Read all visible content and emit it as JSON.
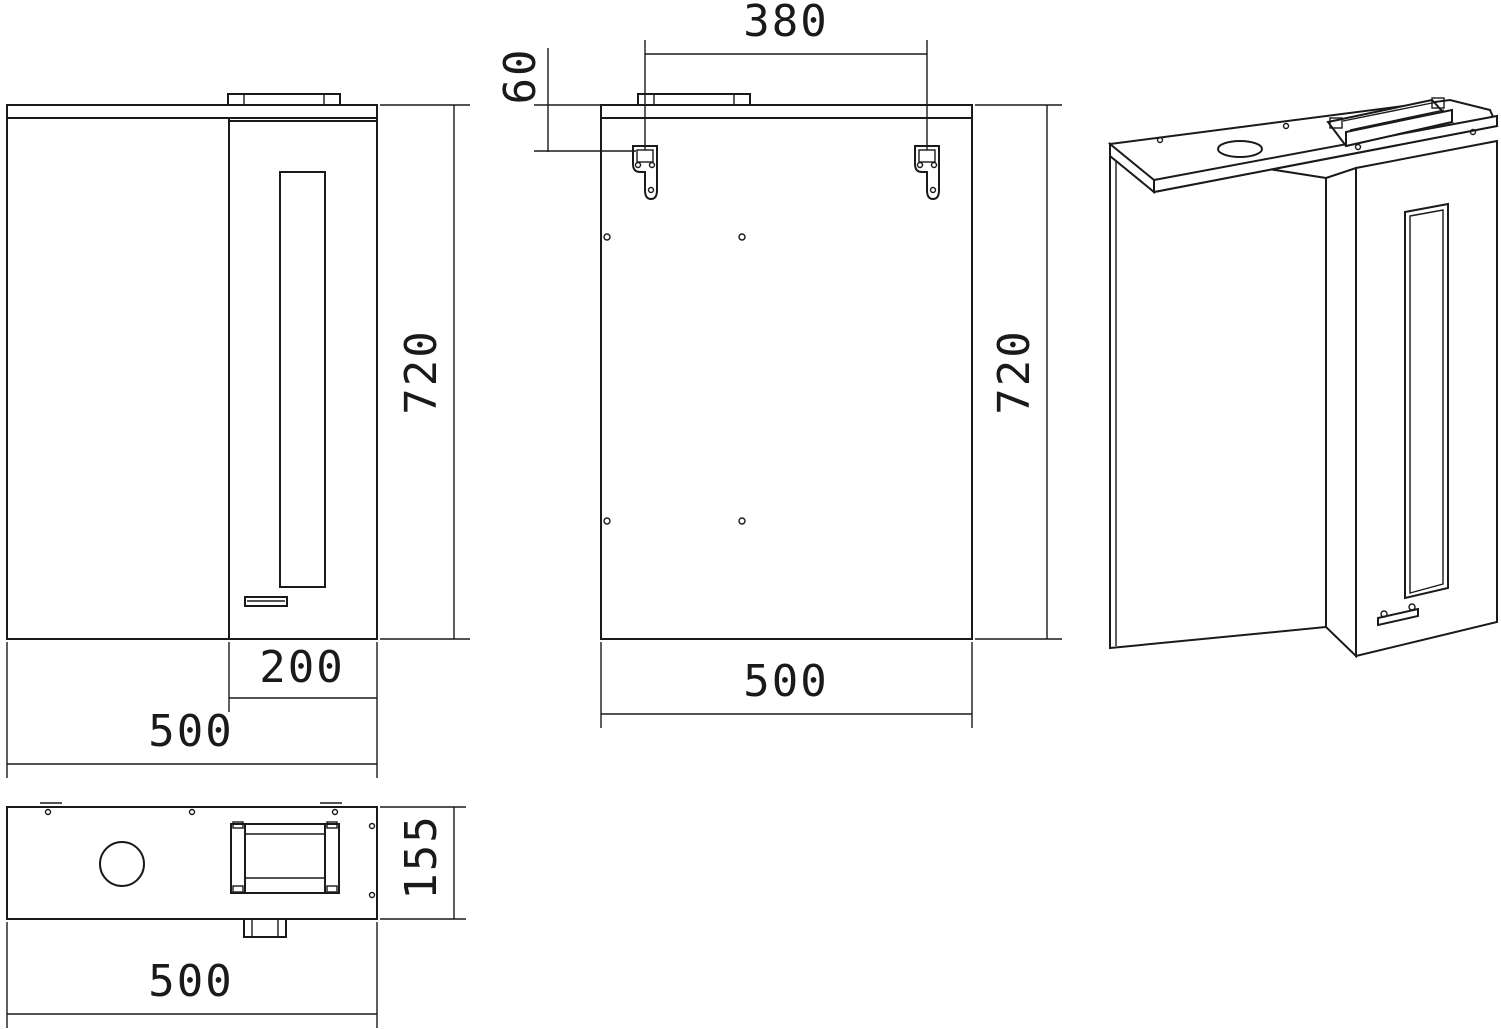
{
  "dimensions": {
    "front_width": "500",
    "front_door_width": "200",
    "front_height": "720",
    "back_height": "720",
    "back_width": "500",
    "hook_spacing": "380",
    "hook_offset": "60",
    "top_depth": "155",
    "top_width": "500"
  }
}
